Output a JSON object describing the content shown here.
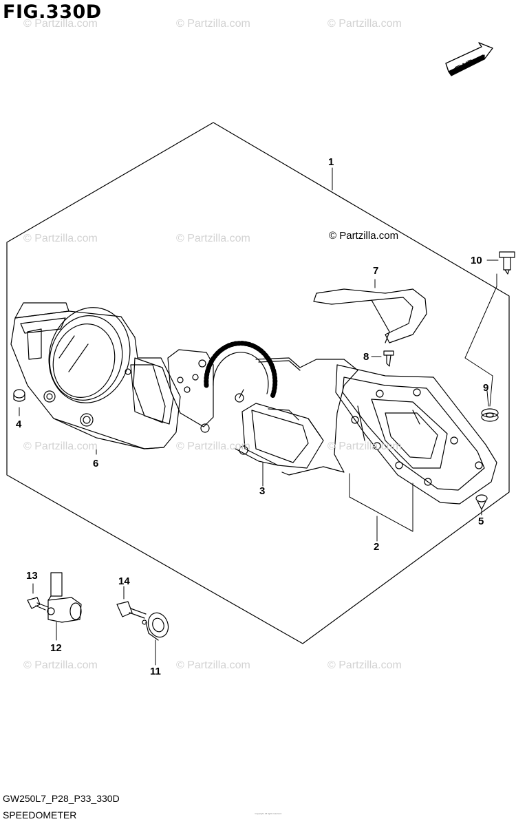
{
  "figure_title": "FIG.330D",
  "fwd_label": "FWD",
  "watermark_text": "© Partzilla.com",
  "watermark_main": "© Partzilla.com",
  "callouts": {
    "c1": "1",
    "c2": "2",
    "c3": "3",
    "c4": "4",
    "c5": "5",
    "c6": "6",
    "c7": "7",
    "c8": "8",
    "c9": "9",
    "c10": "10",
    "c11": "11",
    "c12": "12",
    "c13": "13",
    "c14": "14"
  },
  "footer": {
    "code": "GW250L7_P28_P33_330D",
    "name": "SPEEDOMETER",
    "fine_print": "Copyright. All rights reserved."
  },
  "colors": {
    "line": "#000000",
    "watermark": "#d2d2d2"
  }
}
